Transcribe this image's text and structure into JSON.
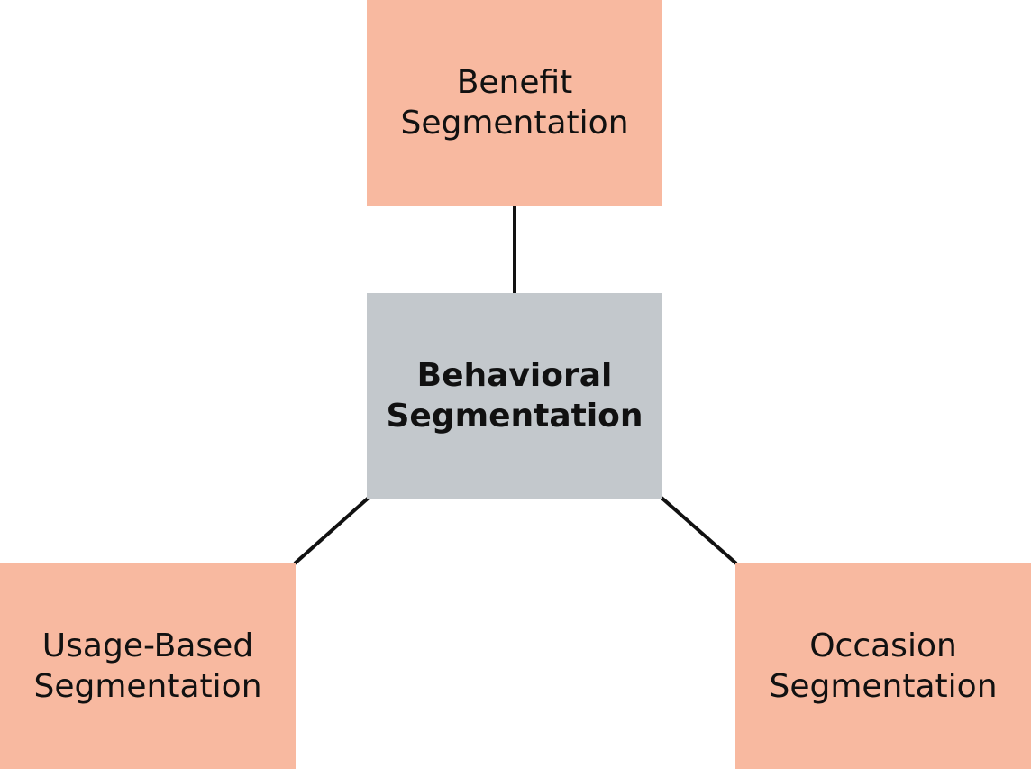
{
  "diagram": {
    "center": {
      "line1": "Behavioral",
      "line2": "Segmentation",
      "color": "#c3c8cc"
    },
    "top": {
      "line1": "Benefit",
      "line2": "Segmentation",
      "color": "#f8b9a0"
    },
    "bottom_left": {
      "line1": "Usage-Based",
      "line2": "Segmentation",
      "color": "#f8b9a0"
    },
    "bottom_right": {
      "line1": "Occasion",
      "line2": "Segmentation",
      "color": "#f8b9a0"
    },
    "connector_color": "#111111"
  }
}
